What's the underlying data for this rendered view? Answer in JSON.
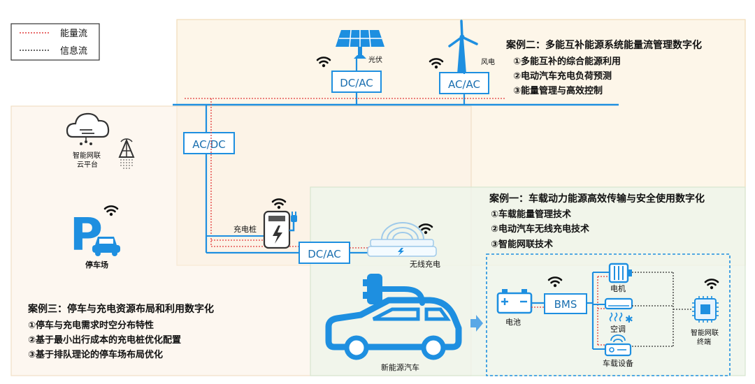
{
  "legend": {
    "energy_flow": "能量流",
    "info_flow": "信息流"
  },
  "sources": {
    "pv_label": "光伏",
    "wind_label": "风电"
  },
  "converters": {
    "dcac_top": "DC/AC",
    "acac_top": "AC/AC",
    "acdc": "AC/DC",
    "dcac_bottom": "DC/AC"
  },
  "cloud": {
    "label_line1": "智能网联",
    "label_line2": "云平台"
  },
  "parking": {
    "symbol": "P",
    "label": "停车场"
  },
  "charger": {
    "label": "充电桩"
  },
  "wireless_charging": {
    "label": "无线充电"
  },
  "vehicle": {
    "label": "新能源汽车"
  },
  "subsystem": {
    "battery": "电池",
    "bms": "BMS",
    "motor": "电机",
    "ac": "空调",
    "onboard": "车载设备",
    "terminal_line1": "智能网联",
    "terminal_line2": "终端"
  },
  "case2": {
    "title": "案例二：多能互补能源系统能量流管理数字化",
    "items": [
      "①多能互补的综合能源利用",
      "②电动汽车充电负荷预测",
      "③能量管理与高效控制"
    ]
  },
  "case1": {
    "title": "案例一：车载动力能源高效传输与安全使用数字化",
    "items": [
      "①车载能量管理技术",
      "②电动汽车无线充电技术",
      "③智能网联技术"
    ]
  },
  "case3": {
    "title": "案例三：停车与充电资源布局和利用数字化",
    "items": [
      "①停车与充电需求时空分布特性",
      "②基于最小出行成本的充电桩优化配置",
      "③基于排队理论的停车场布局优化"
    ]
  },
  "colors": {
    "accent": "#1e8fe0",
    "energy": "#e23b3b",
    "info": "#333333",
    "panel2": "#fdf6e9",
    "panel1": "#eef4ea",
    "panel3": "#fbf1e6"
  }
}
